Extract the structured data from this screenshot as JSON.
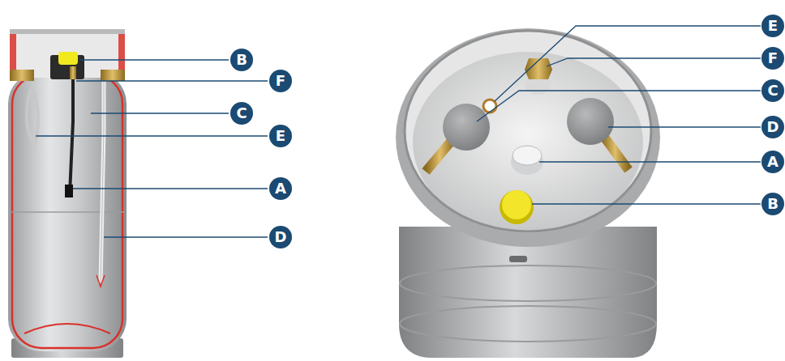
{
  "diagram": {
    "labels": [
      "B",
      "F",
      "C",
      "E",
      "A",
      "D",
      "E",
      "F",
      "C",
      "D",
      "A",
      "B"
    ]
  }
}
